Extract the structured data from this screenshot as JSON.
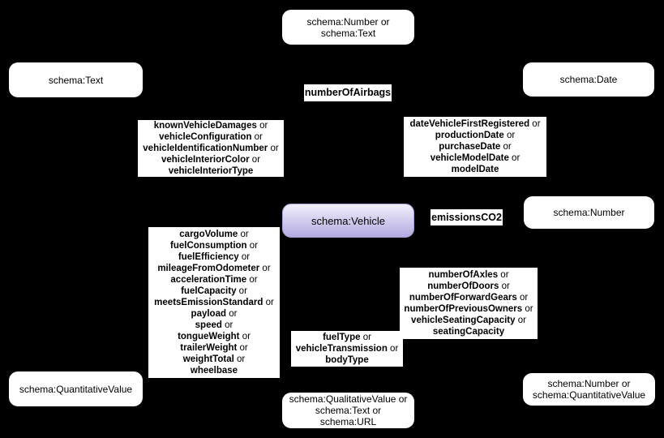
{
  "diagram": {
    "description": "schema:Vehicle properties and expected value types",
    "background_color": "#000000",
    "node_fill_color": "#ffffff",
    "text_color": "#000000",
    "vehicle_gradient_top": "#f1effb",
    "vehicle_gradient_bottom": "#b3aae0",
    "vehicle_border_color": "#a9a1da"
  },
  "nodes": {
    "type_number_or_text": {
      "kind": "type",
      "lines": [
        "schema:Number or",
        "schema:Text"
      ]
    },
    "type_text": {
      "kind": "type",
      "lines": [
        "schema:Text"
      ]
    },
    "type_date": {
      "kind": "type",
      "lines": [
        "schema:Date"
      ]
    },
    "type_number": {
      "kind": "type",
      "lines": [
        "schema:Number"
      ]
    },
    "type_quantitative_value": {
      "kind": "type",
      "lines": [
        "schema:QuantitativeValue"
      ]
    },
    "type_qualitative_text_url": {
      "kind": "type",
      "lines": [
        "schema:QualitativeValue or",
        "schema:Text or",
        "schema:URL"
      ]
    },
    "type_number_or_quantitative": {
      "kind": "type",
      "lines": [
        "schema:Number or",
        "schema:QuantitativeValue"
      ]
    },
    "class_vehicle": {
      "kind": "class",
      "lines": [
        "schema:Vehicle"
      ]
    },
    "edge_label_number_of_airbags": {
      "kind": "edge-label",
      "lines": [
        {
          "b": "numberOfAirbags",
          "r": ""
        }
      ]
    },
    "edge_label_emissions_co2": {
      "kind": "edge-label",
      "lines": [
        {
          "b": "emissionsCO2",
          "r": ""
        }
      ]
    },
    "prop_text_group": {
      "kind": "property",
      "lines": [
        {
          "b": "knownVehicleDamages",
          "r": " or"
        },
        {
          "b": "vehicleConfiguration",
          "r": " or"
        },
        {
          "b": "vehicleIdentificationNumber",
          "r": " or"
        },
        {
          "b": "vehicleInteriorColor",
          "r": " or"
        },
        {
          "b": "vehicleInteriorType",
          "r": ""
        }
      ]
    },
    "prop_date_group": {
      "kind": "property",
      "lines": [
        {
          "b": "dateVehicleFirstRegistered",
          "r": " or"
        },
        {
          "b": "productionDate",
          "r": " or"
        },
        {
          "b": "purchaseDate",
          "r": " or"
        },
        {
          "b": "vehicleModelDate",
          "r": " or"
        },
        {
          "b": "modelDate",
          "r": ""
        }
      ]
    },
    "prop_quantitative_group": {
      "kind": "property",
      "lines": [
        {
          "b": "cargoVolume",
          "r": " or"
        },
        {
          "b": "fuelConsumption",
          "r": " or"
        },
        {
          "b": "fuelEfficiency",
          "r": " or"
        },
        {
          "b": "mileageFromOdometer",
          "r": " or"
        },
        {
          "b": "accelerationTime",
          "r": " or"
        },
        {
          "b": "fuelCapacity",
          "r": " or"
        },
        {
          "b": "meetsEmissionStandard",
          "r": " or"
        },
        {
          "b": "payload",
          "r": " or"
        },
        {
          "b": "speed",
          "r": " or"
        },
        {
          "b": "tongueWeight",
          "r": " or"
        },
        {
          "b": "trailerWeight",
          "r": " or"
        },
        {
          "b": "weightTotal",
          "r": " or"
        },
        {
          "b": "wheelbase",
          "r": ""
        }
      ]
    },
    "prop_number_group": {
      "kind": "property",
      "lines": [
        {
          "b": "numberOfAxles",
          "r": " or"
        },
        {
          "b": "numberOfDoors",
          "r": " or"
        },
        {
          "b": "numberOfForwardGears",
          "r": " or"
        },
        {
          "b": "numberOfPreviousOwners",
          "r": " or"
        },
        {
          "b": "vehicleSeatingCapacity",
          "r": " or"
        },
        {
          "b": "seatingCapacity",
          "r": ""
        }
      ]
    },
    "prop_fuel_group": {
      "kind": "property",
      "lines": [
        {
          "b": "fuelType",
          "r": " or"
        },
        {
          "b": "vehicleTransmission",
          "r": " or"
        },
        {
          "b": "bodyType",
          "r": ""
        }
      ]
    }
  }
}
